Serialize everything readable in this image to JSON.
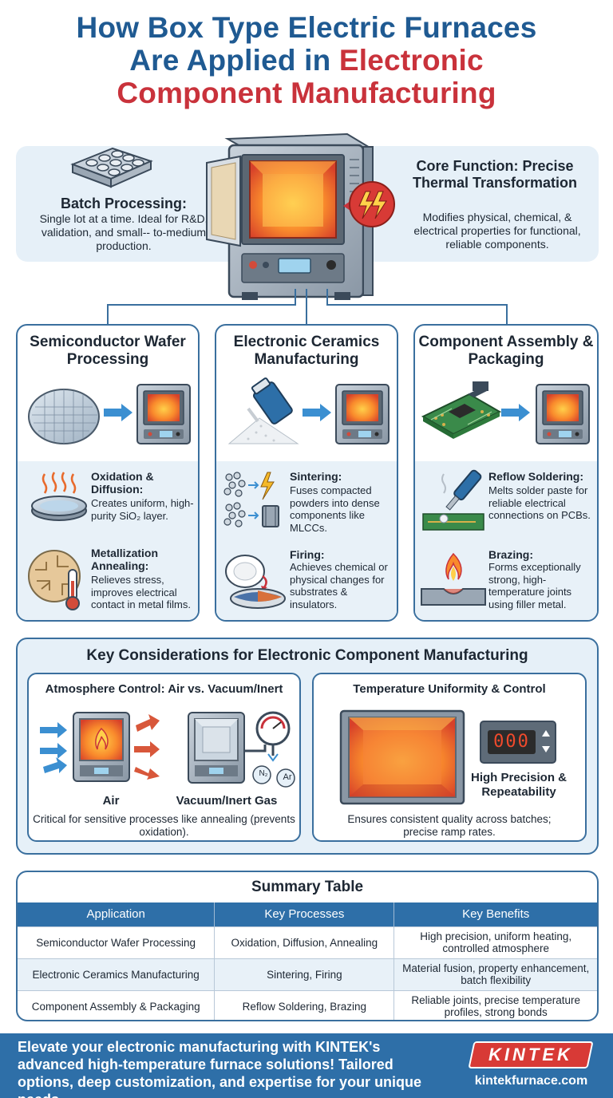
{
  "title": {
    "line1": "How Box Type Electric Furnaces",
    "line2a": "Are Applied in ",
    "line2b": "Electronic",
    "line3": "Component Manufacturing"
  },
  "intro": {
    "batch": {
      "title": "Batch Processing:",
      "desc": "Single lot at a time. Ideal for R&D, validation, and small-- to-medium production."
    },
    "core": {
      "title": "Core Function: Precise Thermal Transformation",
      "desc": "Modifies physical, chemical, & electrical properties for functional, reliable components."
    }
  },
  "columns": [
    {
      "title": "Semiconductor Wafer Processing",
      "processes": [
        {
          "title": "Oxidation & Diffusion:",
          "desc": "Creates uniform, high-purity SiO₂ layer."
        },
        {
          "title": "Metallization Annealing:",
          "desc": "Relieves stress, improves electrical contact in metal films."
        }
      ]
    },
    {
      "title": "Electronic Ceramics Manufacturing",
      "processes": [
        {
          "title": "Sintering:",
          "desc": "Fuses compacted powders into dense components like MLCCs."
        },
        {
          "title": "Firing:",
          "desc": "Achieves chemical or physical changes for substrates & insulators."
        }
      ]
    },
    {
      "title": "Component Assembly & Packaging",
      "processes": [
        {
          "title": "Reflow Soldering:",
          "desc": "Melts solder paste for reliable electrical connections on PCBs."
        },
        {
          "title": "Brazing:",
          "desc": "Forms exceptionally strong, high-temperature joints using filler metal."
        }
      ]
    }
  ],
  "considerations": {
    "title": "Key Considerations for Electronic Component Manufacturing",
    "atmosphere": {
      "title": "Atmosphere Control: Air vs. Vacuum/Inert",
      "air_label": "Air",
      "vacuum_label": "Vacuum/Inert Gas",
      "gas1": "N₂",
      "gas2": "Ar",
      "desc": "Critical for sensitive processes like annealing (prevents oxidation)."
    },
    "temperature": {
      "title": "Temperature Uniformity & Control",
      "display": "000",
      "precision_label": "High Precision & Repeatability",
      "desc": "Ensures consistent quality across batches; precise ramp rates."
    }
  },
  "summary": {
    "title": "Summary Table",
    "headers": [
      "Application",
      "Key Processes",
      "Key Benefits"
    ],
    "rows": [
      [
        "Semiconductor Wafer Processing",
        "Oxidation, Diffusion, Annealing",
        "High precision, uniform heating, controlled atmosphere"
      ],
      [
        "Electronic Ceramics Manufacturing",
        "Sintering, Firing",
        "Material fusion, property enhancement, batch flexibility"
      ],
      [
        "Component Assembly & Packaging",
        "Reflow Soldering, Brazing",
        "Reliable joints, precise temperature profiles, strong bonds"
      ]
    ]
  },
  "footer": {
    "text": "Elevate your electronic manufacturing with KINTEK's advanced high-temperature furnace solutions! Tailored options, deep customization, and expertise for your unique needs.",
    "logo": "KINTEK",
    "site": "kintekfurnace.com"
  },
  "colors": {
    "title_blue": "#1f5a92",
    "title_red": "#c9323b",
    "border_blue": "#3a6f9e",
    "panel_light": "#e6f0f8",
    "table_header": "#2e6fa8",
    "brand_red": "#d83a36"
  }
}
